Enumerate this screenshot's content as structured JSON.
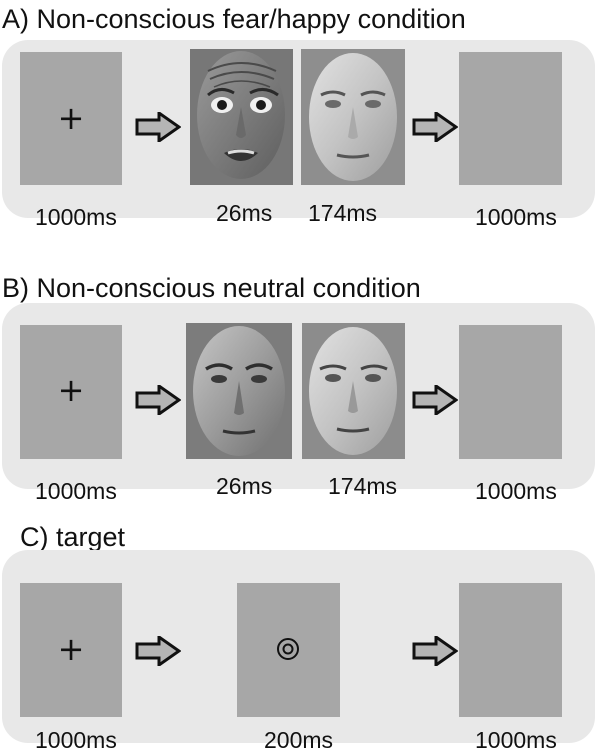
{
  "panels": [
    {
      "heading": "A) Non-conscious fear/happy condition",
      "fixation": "+",
      "labels": [
        "1000ms",
        "26ms",
        "174ms",
        "1000ms"
      ],
      "masked_face": "fearful face",
      "mask_face": "neutral face"
    },
    {
      "heading": "B) Non-conscious neutral  condition",
      "fixation": "+",
      "labels": [
        "1000ms",
        "26ms",
        "174ms",
        "1000ms"
      ],
      "masked_face": "neutral face",
      "mask_face": "neutral face"
    },
    {
      "heading": "C) target",
      "fixation": "+",
      "labels": [
        "1000ms",
        "200ms",
        "1000ms"
      ],
      "target_symbol": "concentric circles"
    }
  ],
  "colors": {
    "panel_bg": "#e8e8e8",
    "screen": "#a7a7a7",
    "arrow_fill": "#b5b5b5",
    "outline": "#111111"
  }
}
